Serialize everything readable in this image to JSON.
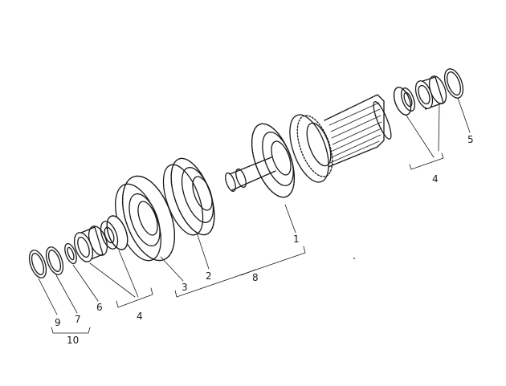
{
  "diagram": {
    "parts": [
      {
        "id": "gear-1",
        "callout": "1"
      },
      {
        "id": "gear-2",
        "callout": "2"
      },
      {
        "id": "gear-3",
        "callout": "3"
      },
      {
        "id": "bearing-4-right",
        "callout": "4"
      },
      {
        "id": "bearing-4-left",
        "callout": "4"
      },
      {
        "id": "circlip-5",
        "callout": "5"
      },
      {
        "id": "spacer-6",
        "callout": "6"
      },
      {
        "id": "washer-7",
        "callout": "7"
      },
      {
        "id": "shaft-assembly-8",
        "callout": "8"
      },
      {
        "id": "circlip-9",
        "callout": "9"
      },
      {
        "id": "kit-10",
        "callout": "10"
      }
    ],
    "labels": {
      "l1": "1",
      "l2": "2",
      "l3": "3",
      "l4a": "4",
      "l4b": "4",
      "l5": "5",
      "l6": "6",
      "l7": "7",
      "l8": "8",
      "l9": "9",
      "l10": "10"
    }
  }
}
